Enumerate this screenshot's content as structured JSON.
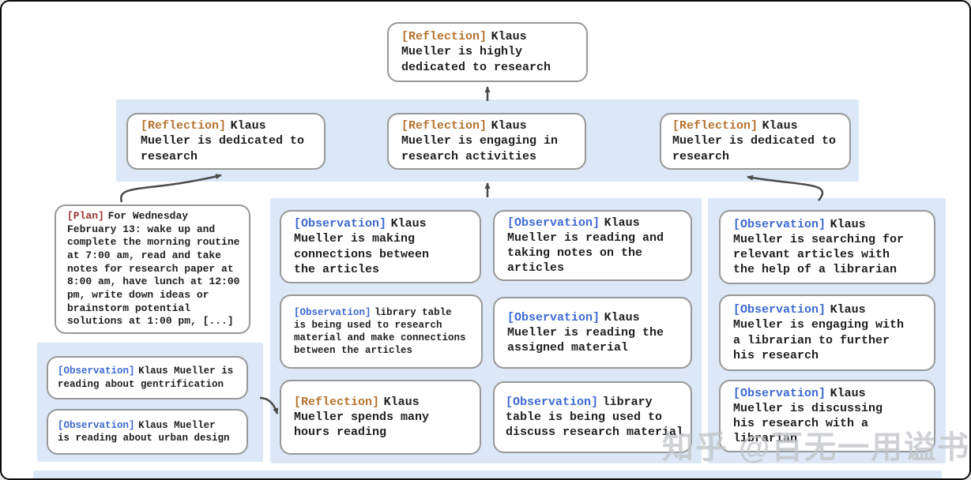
{
  "diagram": {
    "title_semantic": "memory-reflection-tree",
    "colors": {
      "band_background": "#dce8f7",
      "node_border": "#989898",
      "node_background": "#ffffff",
      "text": "#1e1e1e",
      "tag_reflection": "#b5722e",
      "tag_plan": "#9d3232",
      "tag_observation": "#3b69d2",
      "arrow": "#4a4a4a",
      "frame_border": "#0a0a0a"
    }
  },
  "nodes": {
    "top": {
      "tag": "[Reflection]",
      "text": "Klaus\nMueller is highly\ndedicated to research"
    },
    "r2_left": {
      "tag": "[Reflection]",
      "text": "Klaus\nMueller is dedicated to\nresearch"
    },
    "r2_mid": {
      "tag": "[Reflection]",
      "text": "Klaus\nMueller is engaging in\nresearch activities"
    },
    "r2_right": {
      "tag": "[Reflection]",
      "text": "Klaus\nMueller is dedicated to\nresearch"
    },
    "plan": {
      "tag": "[Plan]",
      "text": "For Wednesday\nFebruary 13: wake up and\ncomplete the morning routine\nat 7:00 am, read and take\nnotes for research paper at\n8:00 am, have lunch at 12:00\npm, write down ideas or\nbrainstorm potential\nsolutions at 1:00 pm, [...]"
    },
    "obs_left_1": {
      "tag": "[Observation]",
      "text": "Klaus Mueller is\nreading about gentrification"
    },
    "obs_left_2": {
      "tag": "[Observation]",
      "text": "Klaus Mueller\nis reading about urban design"
    },
    "mid_1": {
      "tag": "[Observation]",
      "text": "Klaus\nMueller is making\nconnections between\nthe articles"
    },
    "mid_2": {
      "tag": "[Observation]",
      "text": "library table\nis being used to research\nmaterial and make connections\nbetween the articles"
    },
    "mid_3": {
      "tag": "[Reflection]",
      "text": "Klaus\nMueller spends many\nhours reading"
    },
    "midr_1": {
      "tag": "[Observation]",
      "text": "Klaus\nMueller is reading and\ntaking notes on the\narticles"
    },
    "midr_2": {
      "tag": "[Observation]",
      "text": "Klaus\nMueller is reading the\nassigned material"
    },
    "midr_3": {
      "tag": "[Observation]",
      "text": "library\ntable is being used to\ndiscuss research material"
    },
    "right_1": {
      "tag": "[Observation]",
      "text": "Klaus\nMueller is searching for\nrelevant articles with\nthe help of a librarian"
    },
    "right_2": {
      "tag": "[Observation]",
      "text": "Klaus\nMueller is engaging with\na librarian to further\nhis research"
    },
    "right_3": {
      "tag": "[Observation]",
      "text": "Klaus\nMueller is discussing\nhis research with a\nlibrarian"
    }
  },
  "arrows": [
    "row2-band -> top-reflection",
    "plan-node -> row2-left-reflection",
    "middle-band -> row2-middle-reflection",
    "right-band -> row2-right-reflection",
    "left-observation-band -> reflection-spends-many-hours"
  ],
  "watermark": {
    "text": "知乎 @百无一用谥书生"
  }
}
